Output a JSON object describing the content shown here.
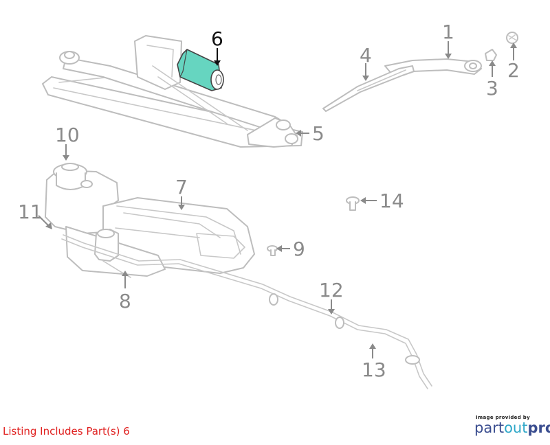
{
  "colors": {
    "highlight_fill": "#66d5c0",
    "part_stroke": "#bdbdbd",
    "callout_gray": "#8a8a8a",
    "callout_highlight": "#111111",
    "listing_red": "#e0201f",
    "brand_dark": "#3a4d8f",
    "brand_light": "#2ea7c8"
  },
  "callouts": [
    {
      "id": "1",
      "label": "1"
    },
    {
      "id": "2",
      "label": "2"
    },
    {
      "id": "3",
      "label": "3"
    },
    {
      "id": "4",
      "label": "4"
    },
    {
      "id": "5",
      "label": "5"
    },
    {
      "id": "6",
      "label": "6",
      "highlighted": true
    },
    {
      "id": "7",
      "label": "7"
    },
    {
      "id": "8",
      "label": "8"
    },
    {
      "id": "9",
      "label": "9"
    },
    {
      "id": "10",
      "label": "10"
    },
    {
      "id": "11",
      "label": "11"
    },
    {
      "id": "12",
      "label": "12"
    },
    {
      "id": "13",
      "label": "13"
    },
    {
      "id": "14",
      "label": "14"
    }
  ],
  "footer": {
    "listing": "Listing Includes Part(s) 6"
  },
  "credit": {
    "caption": "Image provided by",
    "logo_part1": "part",
    "logo_part2": "out",
    "logo_part3": "pro"
  }
}
